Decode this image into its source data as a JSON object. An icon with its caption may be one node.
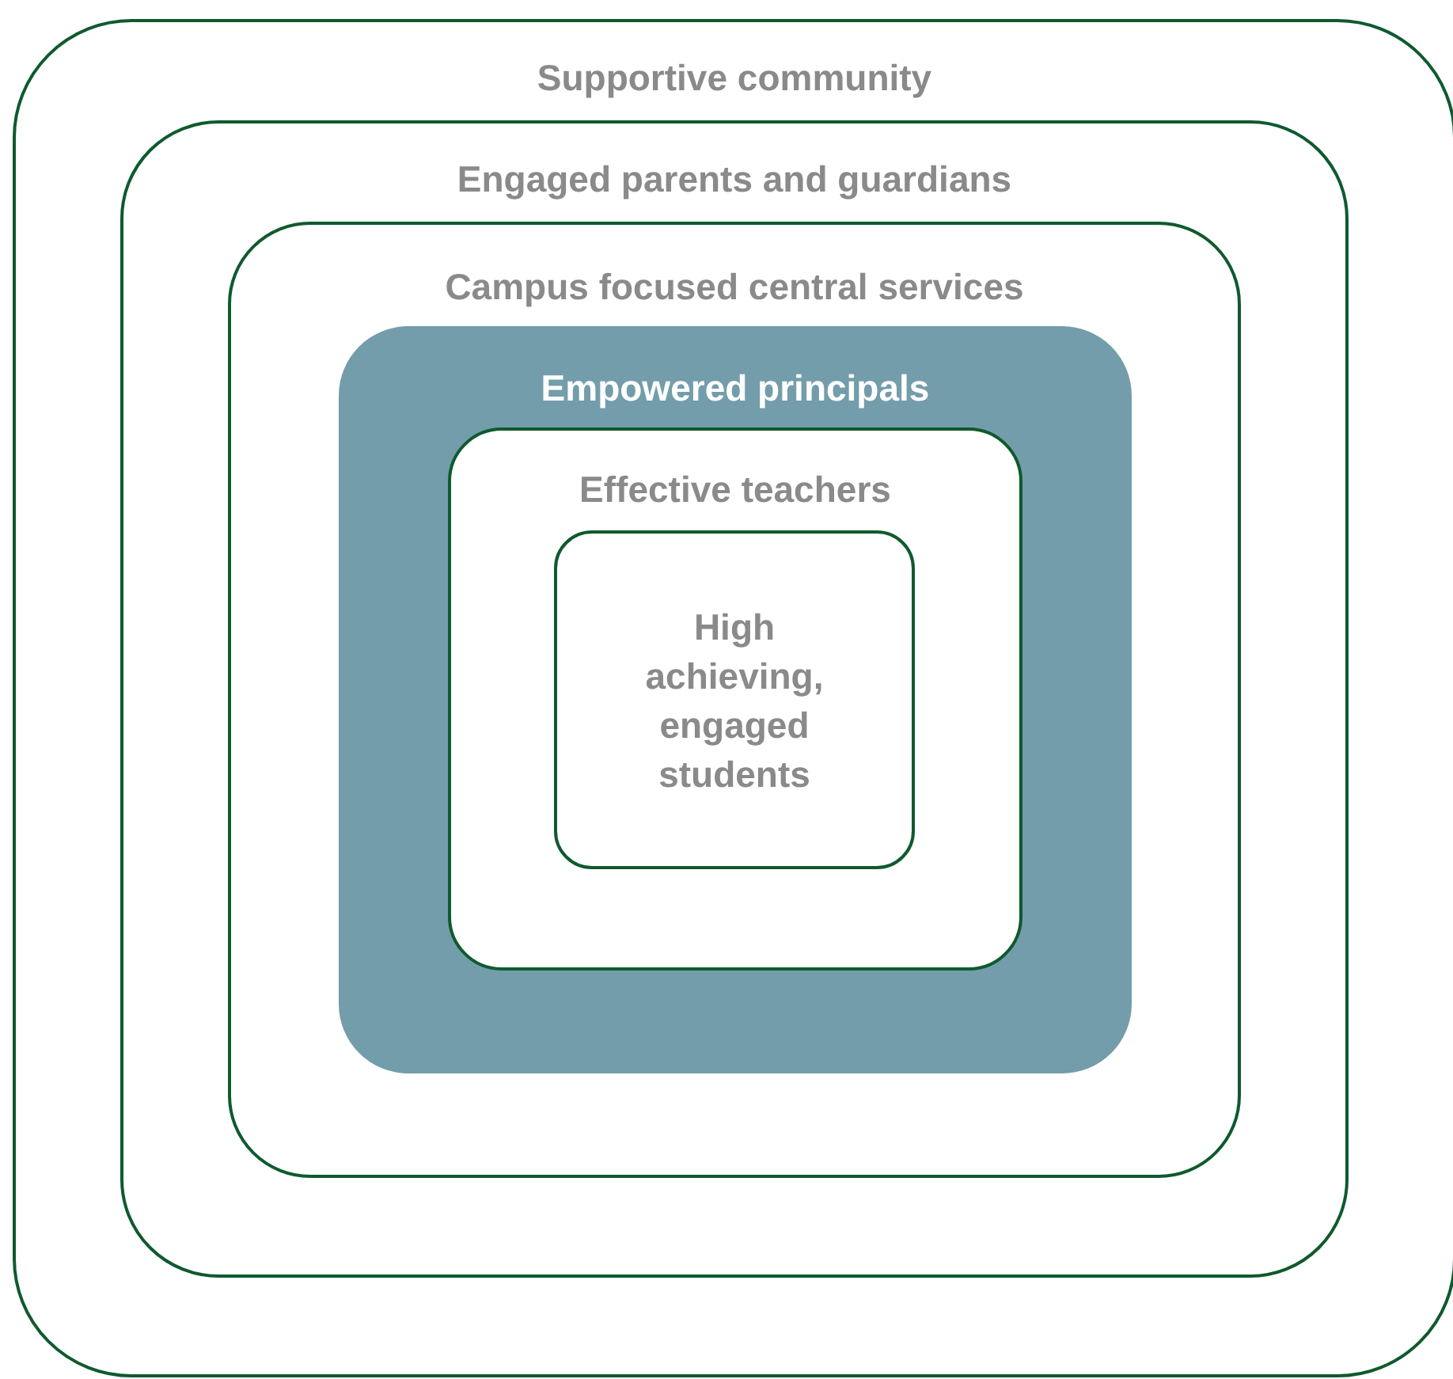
{
  "diagram": {
    "nodes": [
      {
        "text": [
          "Supportive community"
        ]
      },
      {
        "text": [
          "Engaged parents and guardians"
        ],
        "in": 0
      },
      {
        "text": [
          "Campus focused central services"
        ],
        "in": 1
      },
      {
        "text": [
          "Empowered principals"
        ],
        "in": 2
      },
      {
        "text": [
          "Effective teachers"
        ],
        "in": 3
      },
      {
        "text": [
          "High achieving, engaged students"
        ],
        "in": 4
      }
    ]
  }
}
